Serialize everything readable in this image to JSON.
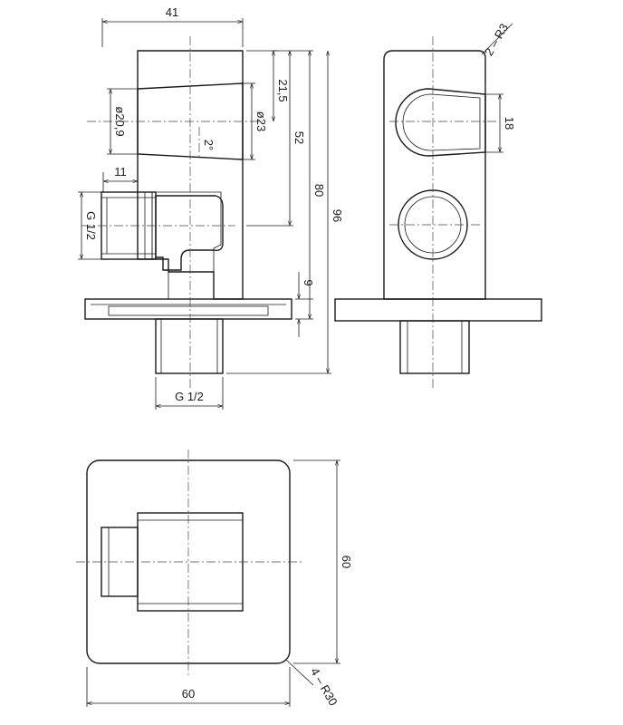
{
  "dimensions": {
    "width_top": "41",
    "nut_width": "11",
    "thread_side": "G 1/2",
    "thread_bottom": "G 1/2",
    "dia_20_9": "ø20,9",
    "dia_23": "ø23",
    "len_21_5": "21,5",
    "len_52": "52",
    "len_80": "80",
    "len_96": "96",
    "len_9": "9",
    "angle": "2°",
    "radius_small": "2 – R3",
    "slot_18": "18",
    "plate_60_w": "60",
    "plate_60_h": "60",
    "radius_corner": "4 – R30"
  }
}
